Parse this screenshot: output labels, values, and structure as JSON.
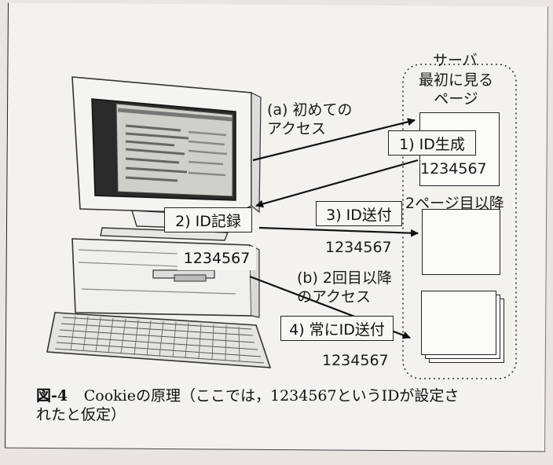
{
  "server": {
    "title": "サーバ",
    "first_page": "最初に見る\nページ",
    "later_pages": "2ページ目以降"
  },
  "access": {
    "first": "(a) 初めての\nアクセス",
    "second": "(b) 2回目以降\nのアクセス"
  },
  "steps": {
    "step1": "1) ID生成",
    "step2": "2) ID記録",
    "step3": "3) ID送付",
    "step4": "4) 常にID送付"
  },
  "ids": {
    "generated": "1234567",
    "stored": "1234567",
    "sent": "1234567",
    "always_sent": "1234567"
  },
  "caption": {
    "label": "図-4",
    "text": "Cookieの原理（ここでは，1234567というIDが設定さ\nれたと仮定）"
  }
}
